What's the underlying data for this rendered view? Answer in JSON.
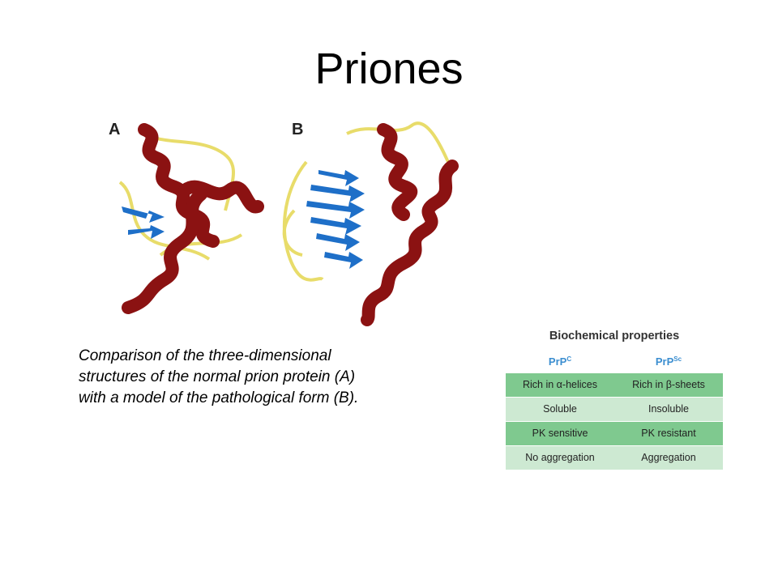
{
  "slide": {
    "title": "Priones"
  },
  "figure": {
    "panel_a_label": "A",
    "panel_b_label": "B",
    "colors": {
      "helix": "#8b1212",
      "sheet": "#1e6fc8",
      "loop": "#e8dc6a"
    }
  },
  "caption": {
    "lines": [
      "Comparison of the three-dimensional",
      "structures of the normal prion protein (A)",
      "with a model of the pathological form (B)."
    ]
  },
  "biochemical_properties": {
    "heading": "Biochemical properties",
    "col_a": {
      "base": "PrP",
      "sup": "C"
    },
    "col_b": {
      "base": "PrP",
      "sup": "Sc"
    },
    "rows": [
      {
        "a": "Rich in α-helices",
        "b": "Rich in β-sheets"
      },
      {
        "a": "Soluble",
        "b": "Insoluble"
      },
      {
        "a": "PK sensitive",
        "b": "PK resistant"
      },
      {
        "a": "No aggregation",
        "b": "Aggregation"
      }
    ],
    "colors": {
      "dark_row": "#7fc98f",
      "light_row": "#cde9d2",
      "header_text": "#3b8ed0"
    }
  }
}
